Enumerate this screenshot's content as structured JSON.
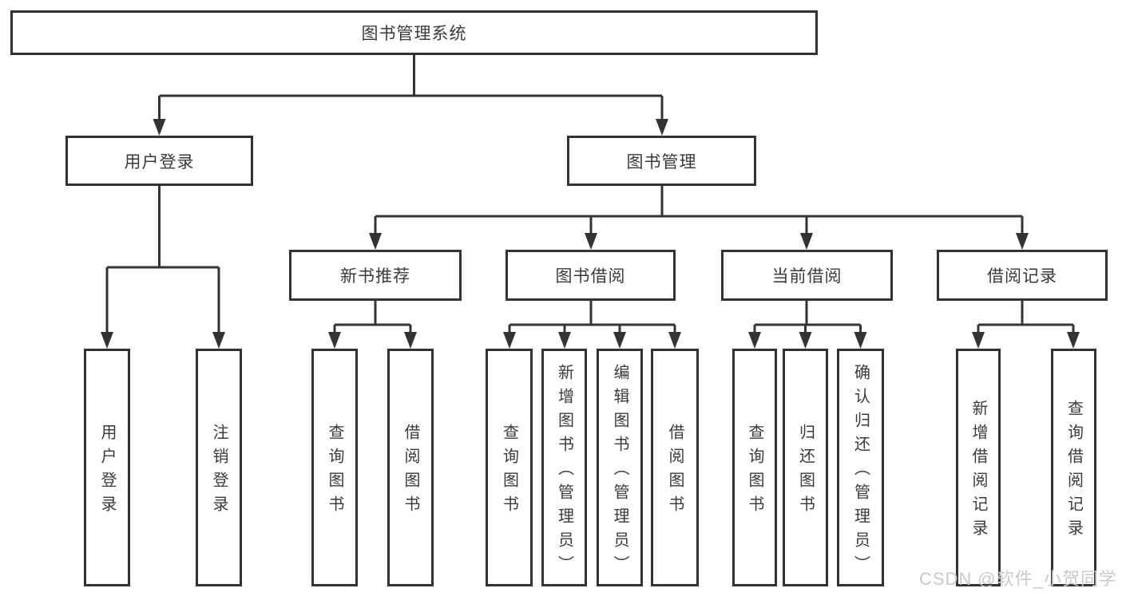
{
  "nodes": {
    "root": "图书管理系统",
    "user_login": "用户登录",
    "book_mgmt": "图书管理",
    "new_books": "新书推荐",
    "book_borrow": "图书借阅",
    "current_borrow": "当前借阅",
    "borrow_records": "借阅记录"
  },
  "leaves": {
    "user_login": [
      "用户登录",
      "注销登录"
    ],
    "new_books": [
      "查询图书",
      "借阅图书"
    ],
    "book_borrow": [
      "查询图书",
      "新增图书（管理员）",
      "编辑图书（管理员）",
      "借阅图书"
    ],
    "current_borrow": [
      "查询图书",
      "归还图书",
      "确认归还（管理员）"
    ],
    "borrow_records": [
      "新增借阅记录",
      "查询借阅记录"
    ]
  },
  "watermark": "CSDN @软件_小贺同学",
  "colors": {
    "line": "#333333",
    "box_border": "#333333",
    "box_background": "#ffffff",
    "text": "#3a3a3a",
    "watermark": "#c9c9c9"
  }
}
